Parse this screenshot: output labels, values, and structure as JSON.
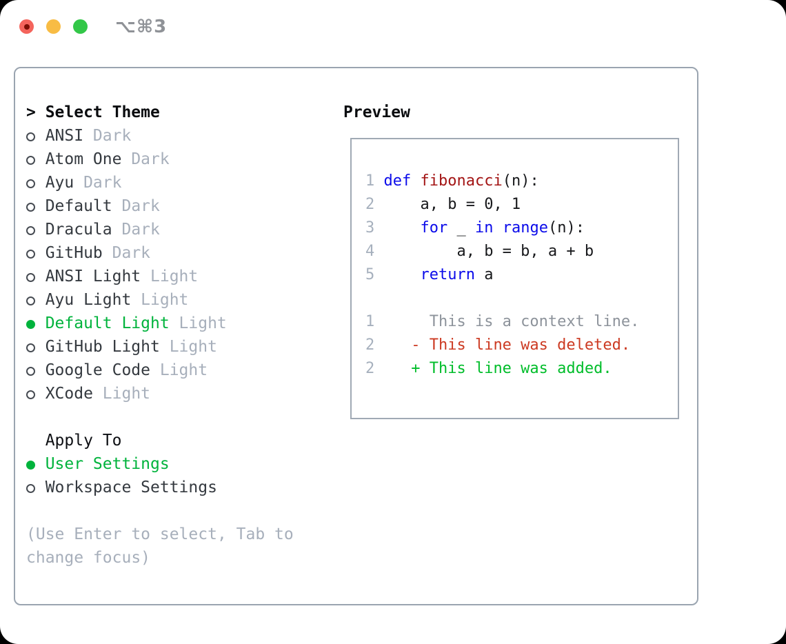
{
  "titlebar": {
    "shortcut": "⌥⌘3"
  },
  "colors": {
    "accent_green": "#00b33c",
    "keyword_blue": "#0b0bea",
    "function_red": "#a31515",
    "deleted_red": "#cc3a22",
    "added_green": "#00bd2a",
    "muted_gray": "#a7afbb",
    "frame_border": "#9aa4b0",
    "traffic_red": "#f4645c",
    "traffic_yellow": "#f8bc44",
    "traffic_green": "#33c748"
  },
  "sidebar": {
    "prompt": ">",
    "title": "Select Theme",
    "themes": [
      {
        "name": "ANSI",
        "variant": "Dark",
        "selected": false
      },
      {
        "name": "Atom One",
        "variant": "Dark",
        "selected": false
      },
      {
        "name": "Ayu",
        "variant": "Dark",
        "selected": false
      },
      {
        "name": "Default",
        "variant": "Dark",
        "selected": false
      },
      {
        "name": "Dracula",
        "variant": "Dark",
        "selected": false
      },
      {
        "name": "GitHub",
        "variant": "Dark",
        "selected": false
      },
      {
        "name": "ANSI Light",
        "variant": "Light",
        "selected": false
      },
      {
        "name": "Ayu Light",
        "variant": "Light",
        "selected": false
      },
      {
        "name": "Default Light",
        "variant": "Light",
        "selected": true
      },
      {
        "name": "GitHub Light",
        "variant": "Light",
        "selected": false
      },
      {
        "name": "Google Code",
        "variant": "Light",
        "selected": false
      },
      {
        "name": "XCode",
        "variant": "Light",
        "selected": false
      }
    ]
  },
  "apply_to": {
    "title": "Apply To",
    "options": [
      {
        "label": "User Settings",
        "selected": true
      },
      {
        "label": "Workspace Settings",
        "selected": false
      }
    ]
  },
  "hint": {
    "lines": [
      "(Use Enter to select, Tab to",
      "change focus)"
    ]
  },
  "preview": {
    "title": "Preview",
    "code": [
      {
        "num": "1",
        "segments": [
          [
            "def",
            "kw"
          ],
          [
            " ",
            "pl"
          ],
          [
            "fibonacci",
            "fn"
          ],
          [
            "(n):",
            "pl"
          ]
        ]
      },
      {
        "num": "2",
        "segments": [
          [
            "    a, b = 0, 1",
            "pl"
          ]
        ]
      },
      {
        "num": "3",
        "segments": [
          [
            "    ",
            "pl"
          ],
          [
            "for",
            "kw"
          ],
          [
            " _ ",
            "pl"
          ],
          [
            "in",
            "kw"
          ],
          [
            " ",
            "pl"
          ],
          [
            "range",
            "kw"
          ],
          [
            "(n):",
            "pl"
          ]
        ]
      },
      {
        "num": "4",
        "segments": [
          [
            "        a, b = b, a + b",
            "pl"
          ]
        ]
      },
      {
        "num": "5",
        "segments": [
          [
            "    ",
            "pl"
          ],
          [
            "return",
            "kw"
          ],
          [
            " a",
            "pl"
          ]
        ]
      },
      {
        "num": "",
        "segments": []
      },
      {
        "num": "1",
        "segments": [
          [
            "     This is a context line.",
            "ctx"
          ]
        ]
      },
      {
        "num": "2",
        "segments": [
          [
            "   - This line was deleted.",
            "del"
          ]
        ]
      },
      {
        "num": "2",
        "segments": [
          [
            "   + This line was added.",
            "add"
          ]
        ]
      }
    ]
  }
}
